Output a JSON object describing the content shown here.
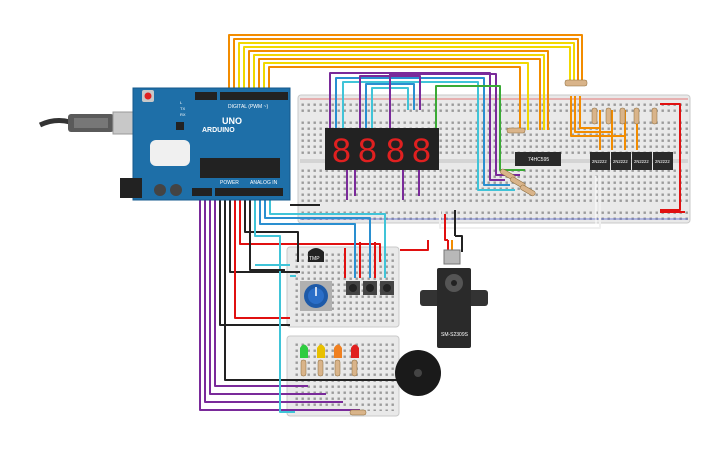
{
  "board": {
    "brand": "ARDUINO",
    "model": "UNO",
    "digital_label": "DIGITAL (PWM ~)",
    "power_label": "POWER",
    "analog_label": "ANALOG IN",
    "tx_label": "TX",
    "rx_label": "RX",
    "l_label": "L"
  },
  "components": {
    "shift_register": "74HC595",
    "drivers": [
      "2N2222",
      "2N2222",
      "2N2222",
      "2N2222"
    ],
    "temp_sensor": "TMP",
    "servo": "SM-S2309S"
  },
  "display": {
    "digits": [
      "8",
      "8",
      "8",
      "8"
    ],
    "segment_color": "#e02020"
  },
  "leds": {
    "colors": [
      "#2ecc40",
      "#e8c000",
      "#f08020",
      "#e02020"
    ]
  },
  "wire_colors": {
    "orange": "#f28c00",
    "yellow": "#f1d800",
    "purple": "#7a2a9a",
    "blue": "#2a8fd0",
    "cyan": "#40c4d8",
    "green": "#3aaa35",
    "black": "#222222",
    "red": "#e01010"
  }
}
